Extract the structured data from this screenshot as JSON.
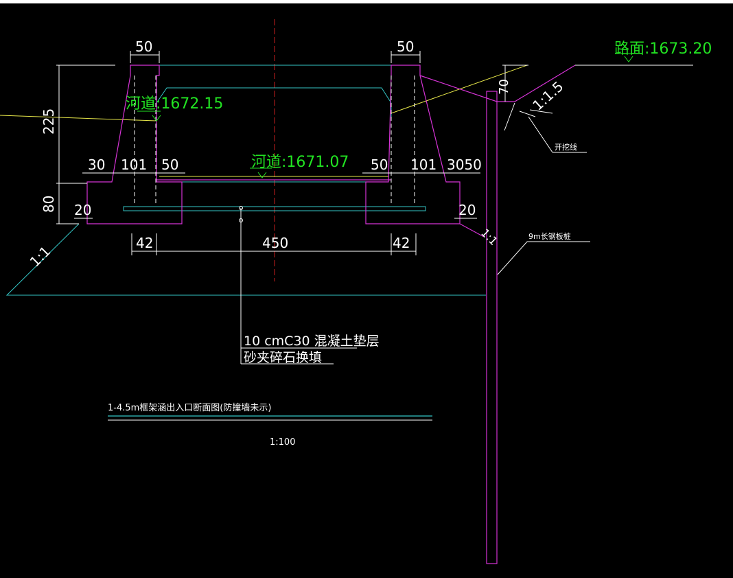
{
  "elevations": {
    "road": "路面:1673.20",
    "river_high": "河道:1672.15",
    "river_bottom": "河道:1671.07"
  },
  "dimensions": {
    "top_left": "50",
    "top_right": "50",
    "height_wall": "225",
    "height_base": "80",
    "slope_gap": "70",
    "row_left_a": "30",
    "row_left_b": "101",
    "row_left_c": "50",
    "row_right_a": "50",
    "row_right_b": "101",
    "row_right_c": "3050",
    "toe_left": "20",
    "toe_right": "20",
    "bottom_left": "42",
    "bottom_mid": "450",
    "bottom_right": "42"
  },
  "slopes": {
    "left": "1:1",
    "right": "1:1.5",
    "right_toe": "1:1"
  },
  "labels": {
    "excavation_line": "开挖线",
    "steel_pile": "9m长钢板桩",
    "bedding_line1": "10 cmC30 混凝土垫层",
    "bedding_line2": "砂夹碎石换填"
  },
  "title_block": {
    "title": "1-4.5m框架涵出入口断面图(防撞墙未示)",
    "scale": "1:100"
  },
  "colors": {
    "background": "#000000",
    "white": "#ffffff",
    "magenta": "#d633d6",
    "cyan": "#33c6c6",
    "yellow": "#e8e84a",
    "green": "#22e322",
    "red": "#c81e1e"
  }
}
